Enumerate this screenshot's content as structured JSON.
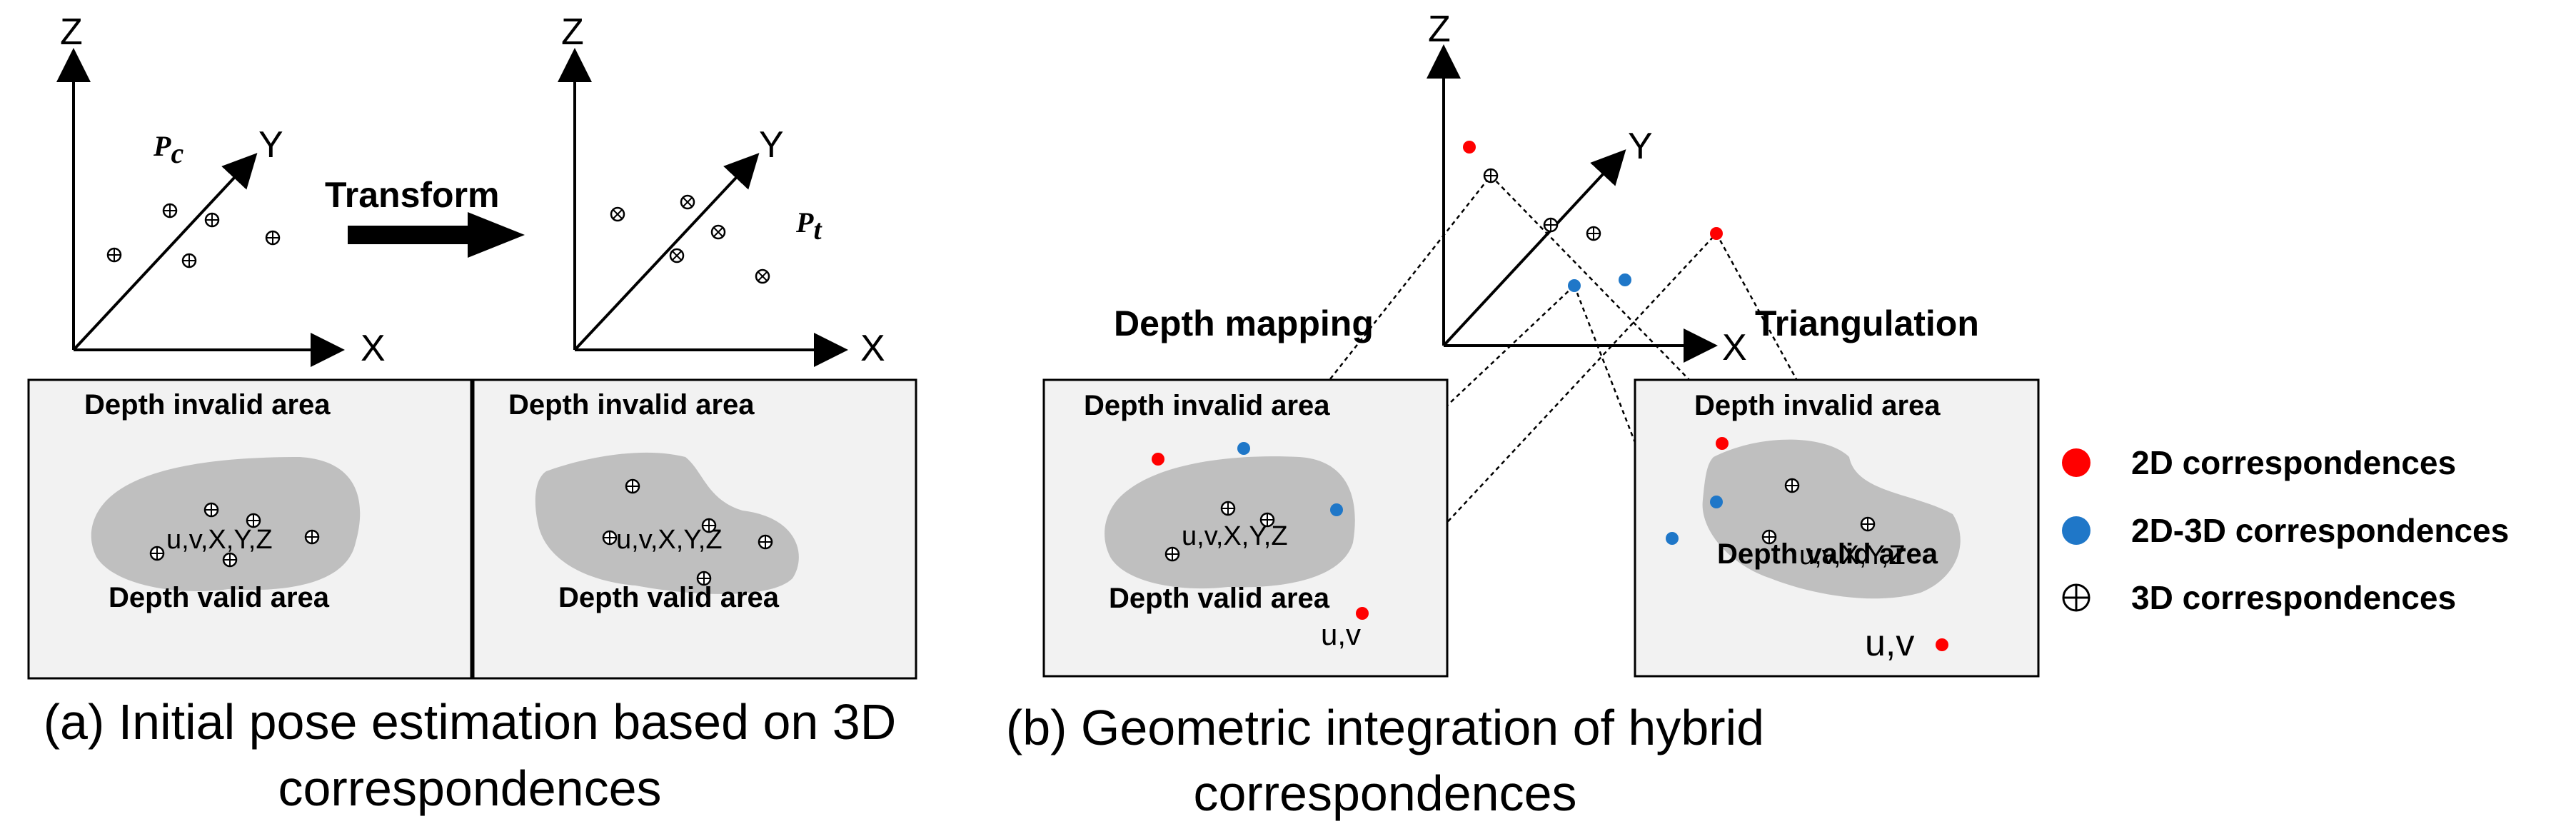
{
  "panel_a": {
    "left_axes": {
      "z": "Z",
      "y": "Y",
      "x": "X",
      "set_label_main": "P",
      "set_label_sub": "c"
    },
    "transform_label": "Transform",
    "right_axes": {
      "z": "Z",
      "y": "Y",
      "x": "X",
      "set_label_main": "P",
      "set_label_sub": "t"
    },
    "box_left": {
      "invalid": "Depth invalid area",
      "valid": "Depth valid area",
      "point_label": "u,v,X,Y,Z"
    },
    "box_right": {
      "invalid": "Depth invalid area",
      "valid": "Depth valid area",
      "point_label": "u,v,X,Y,Z"
    },
    "caption_line1": "(a) Initial pose estimation based on 3D",
    "caption_line2": "correspondences"
  },
  "panel_b": {
    "axes": {
      "z": "Z",
      "y": "Y",
      "x": "X"
    },
    "depth_mapping": "Depth mapping",
    "triangulation": "Triangulation",
    "box_left": {
      "invalid": "Depth invalid area",
      "valid": "Depth valid area",
      "point_label": "u,v,X,Y,Z",
      "uv": "u,v"
    },
    "box_right": {
      "invalid": "Depth invalid area",
      "valid": "Depth valid area",
      "point_label": "u,v,X,Y,Z",
      "uv": "u,v"
    },
    "caption_line1": "(b) Geometric integration of hybrid",
    "caption_line2": "correspondences"
  },
  "legend": {
    "items": [
      {
        "label": "2D correspondences",
        "color": "#ff0000",
        "marker": "dot"
      },
      {
        "label": "2D-3D correspondences",
        "color": "#1f77c8",
        "marker": "dot"
      },
      {
        "label": "3D correspondences",
        "color": "#000000",
        "marker": "circle-plus-icon"
      }
    ]
  },
  "colors": {
    "red": "#ff0000",
    "blue": "#1f77c8",
    "panel": "#f2f2f2",
    "blob": "#bfbfbf"
  }
}
